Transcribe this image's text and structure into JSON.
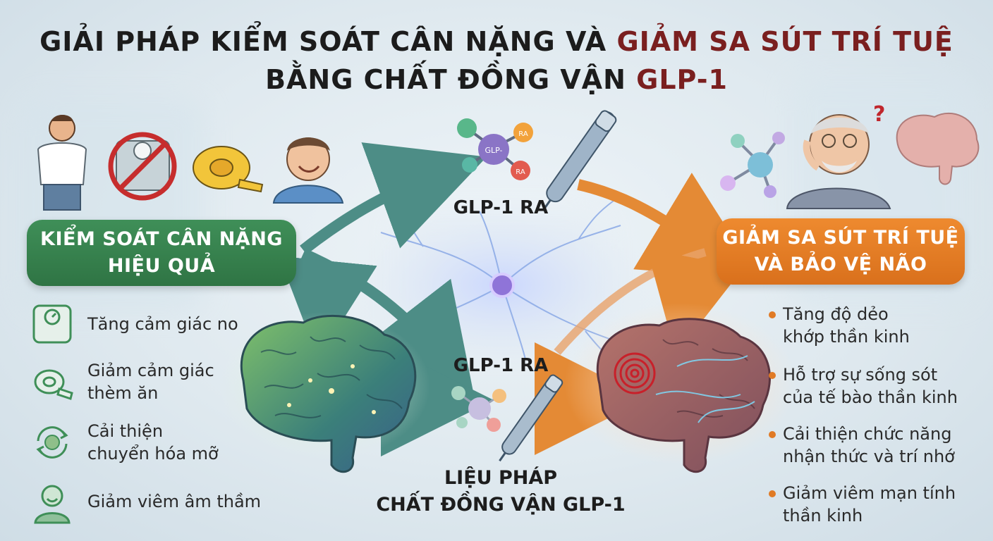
{
  "title": {
    "line1_a": "GIẢI PHÁP KIỂM SOÁT CÂN NẶNG VÀ ",
    "line1_b": "GIẢM SA SÚT TRÍ TUỆ",
    "line2_a": "BẰNG CHẤT ĐỒNG VẬN ",
    "line2_b": "GLP-1"
  },
  "left": {
    "pill_line1": "KIỂM SOÁT CÂN NẶNG",
    "pill_line2": "HIỆU QUẢ",
    "benefits": [
      {
        "line1": "Tăng cảm giác no",
        "line2": "",
        "icon": "scale-icon"
      },
      {
        "line1": "Giảm cảm giác",
        "line2": "thèm ăn",
        "icon": "measuring-tape-icon"
      },
      {
        "line1": "Cải thiện",
        "line2": "chuyển hóa mỡ",
        "icon": "fat-cycle-icon"
      },
      {
        "line1": "Giảm viêm âm thầm",
        "line2": "",
        "icon": "happy-person-icon"
      }
    ]
  },
  "right": {
    "pill_line1": "GIẢM SA SÚT TRÍ TUỆ",
    "pill_line2": "VÀ BẢO VỆ NÃO",
    "bullets": [
      {
        "line1": "Tăng độ dẻo",
        "line2": "khớp thần kinh"
      },
      {
        "line1": "Hỗ trợ sự sống sót",
        "line2": "của tế bào thần kinh"
      },
      {
        "line1": "Cải thiện chức năng",
        "line2": "nhận thức và trí nhớ"
      },
      {
        "line1": "Giảm viêm mạn tính",
        "line2": "thần kinh"
      }
    ]
  },
  "center": {
    "label_top": "GLP-1 RA",
    "label_mid": "GLP-1 RA",
    "therapy_line1": "LIỆU PHÁP",
    "therapy_line2": "CHẤT ĐỒNG VẬN GLP-1",
    "molecule_center": "GLP-",
    "molecule_ra": "RA"
  },
  "colors": {
    "green": "#3f8f58",
    "orange": "#e07a25",
    "accent_red": "#7a1f1f",
    "teal_arrow": "#4a8f8a"
  }
}
